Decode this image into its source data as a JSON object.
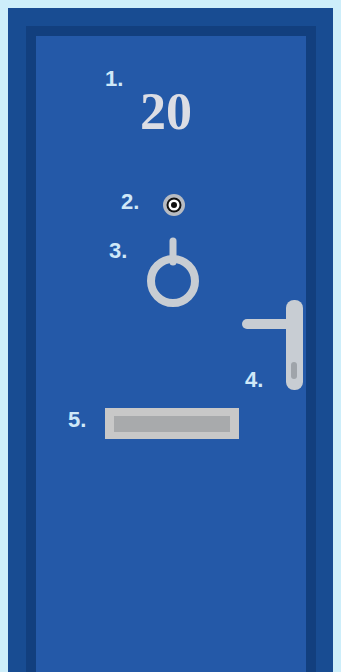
{
  "diagram": {
    "labels": [
      "1.",
      "20",
      "2.",
      "3.",
      "4.",
      "5."
    ]
  }
}
